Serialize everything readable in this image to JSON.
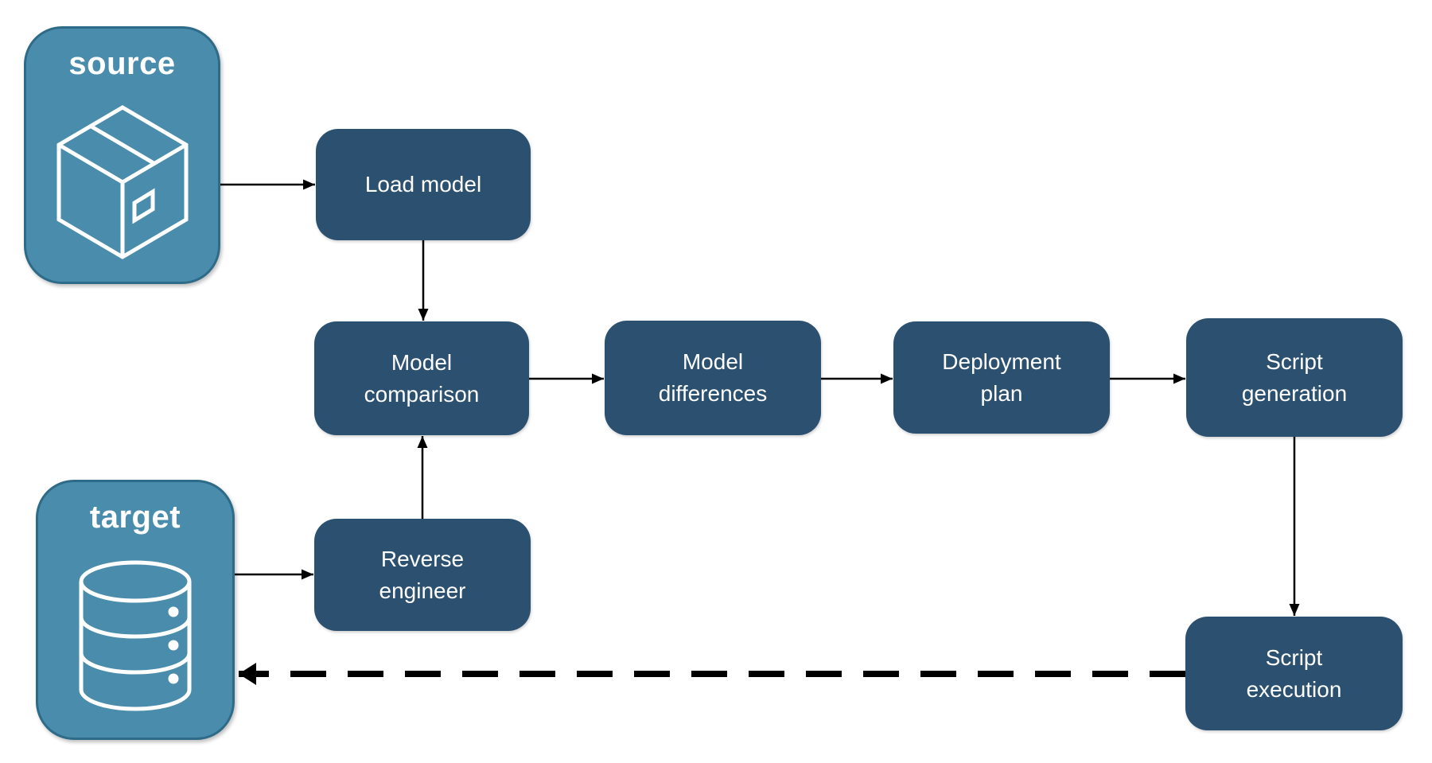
{
  "diagram": {
    "entities": {
      "source": {
        "label": "source",
        "icon": "package-icon"
      },
      "target": {
        "label": "target",
        "icon": "database-icon"
      }
    },
    "nodes": {
      "load_model": {
        "label": "Load model"
      },
      "model_comparison": {
        "label": "Model\ncomparison"
      },
      "model_differences": {
        "label": "Model\ndifferences"
      },
      "deployment_plan": {
        "label": "Deployment\nplan"
      },
      "script_generation": {
        "label": "Script\ngeneration"
      },
      "reverse_engineer": {
        "label": "Reverse\nengineer"
      },
      "script_execution": {
        "label": "Script\nexecution"
      }
    },
    "edges": [
      {
        "from": "source",
        "to": "load_model",
        "style": "solid"
      },
      {
        "from": "load_model",
        "to": "model_comparison",
        "style": "solid"
      },
      {
        "from": "model_comparison",
        "to": "model_differences",
        "style": "solid"
      },
      {
        "from": "model_differences",
        "to": "deployment_plan",
        "style": "solid"
      },
      {
        "from": "deployment_plan",
        "to": "script_generation",
        "style": "solid"
      },
      {
        "from": "script_generation",
        "to": "script_execution",
        "style": "solid"
      },
      {
        "from": "target",
        "to": "reverse_engineer",
        "style": "solid"
      },
      {
        "from": "reverse_engineer",
        "to": "model_comparison",
        "style": "solid"
      },
      {
        "from": "script_execution",
        "to": "target",
        "style": "dashed"
      }
    ],
    "colors": {
      "node_fill": "#2C5170",
      "entity_fill": "#4A8CAB",
      "entity_border": "#2D6B89",
      "icon_stroke": "#FFFFFF",
      "arrow": "#000000",
      "text": "#FFFFFF",
      "background": "#FFFFFF"
    }
  }
}
